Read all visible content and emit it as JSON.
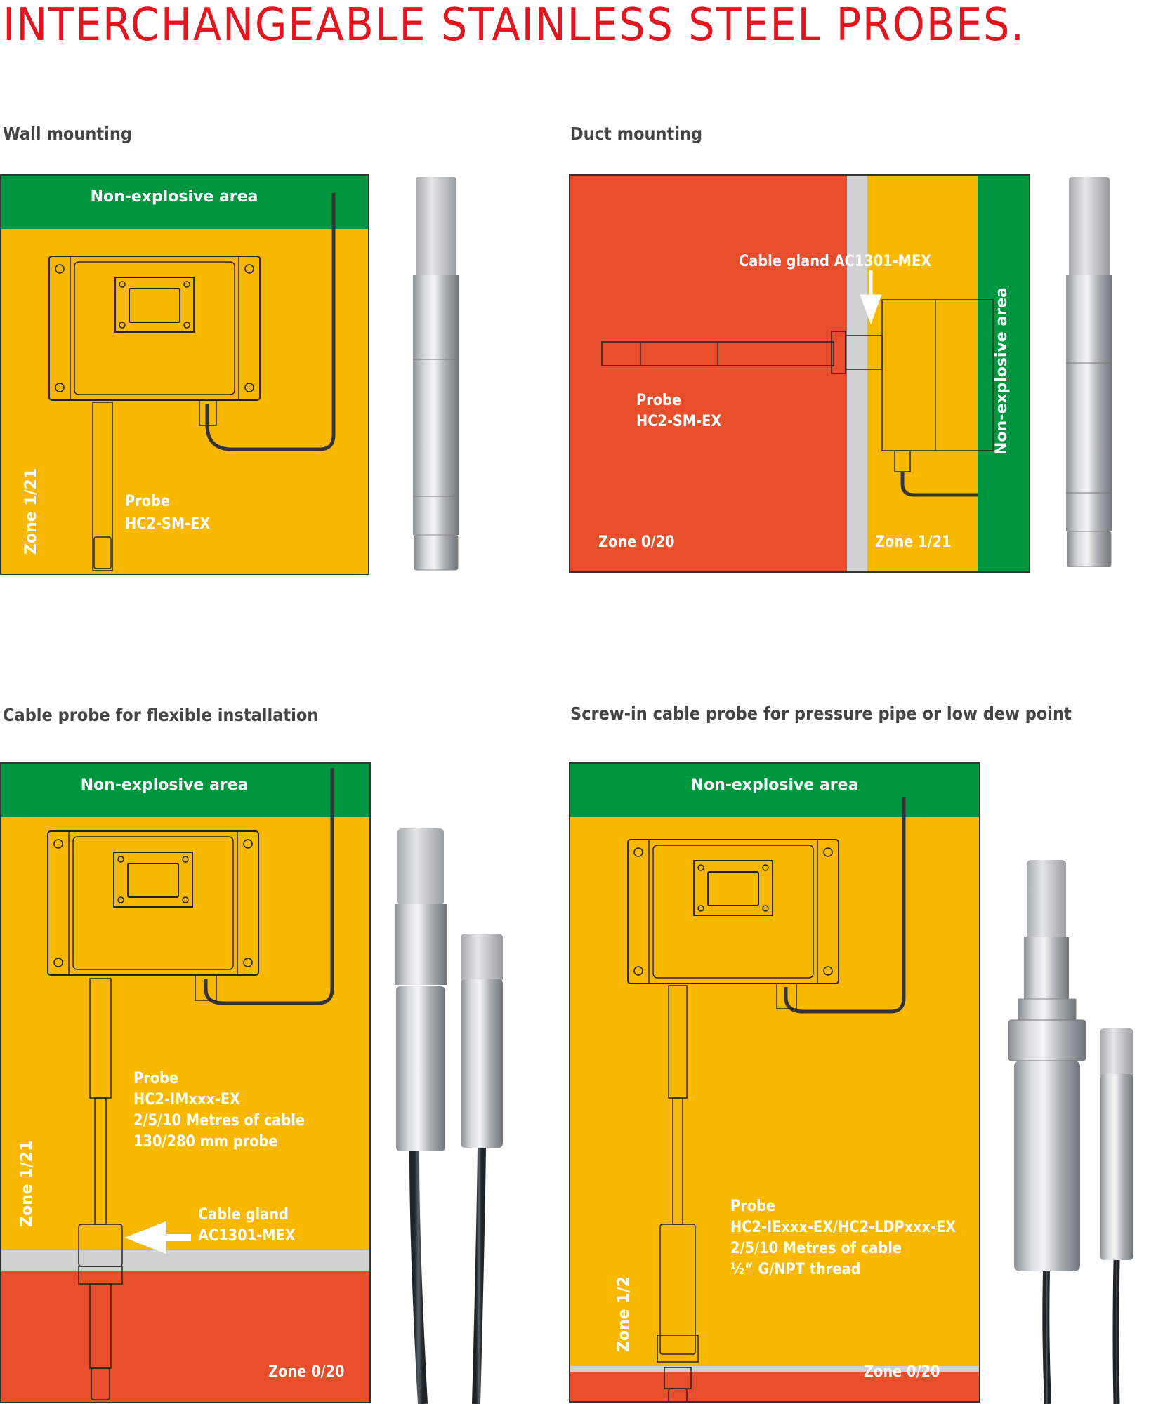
{
  "title": "INTERCHANGEABLE STAINLESS STEEL PROBES.",
  "colors": {
    "title": "#e3161f",
    "non_explosive": "#009640",
    "zone_1": "#f9b800",
    "zone_0": "#e84e2c",
    "wall": "#d1d1d1",
    "heading": "#444444"
  },
  "sections": {
    "wall": {
      "heading": "Wall mounting",
      "area_label": "Non-explosive area",
      "zone_label": "Zone 1/21",
      "probe_label": "Probe",
      "probe_model": "HC2-SM-EX",
      "photo": "stainless-probe-photo"
    },
    "duct": {
      "heading": "Duct mounting",
      "gland_label": "Cable gland AC1301-MEX",
      "probe_label": "Probe",
      "probe_model": "HC2-SM-EX",
      "zone0_label": "Zone 0/20",
      "zone1_label": "Zone 1/21",
      "area_label": "Non-explosive area",
      "photo": "stainless-probe-photo"
    },
    "cable": {
      "heading": "Cable probe for flexible installation",
      "area_label": "Non-explosive area",
      "probe_lines": [
        "Probe",
        "HC2-IMxxx-EX",
        "2/5/10 Metres of cable",
        "130/280 mm probe"
      ],
      "gland_lines": [
        "Cable gland",
        "AC1301-MEX"
      ],
      "zone1_label": "Zone 1/21",
      "zone0_label": "Zone 0/20",
      "photo": "cable-probe-photo"
    },
    "screw": {
      "heading": "Screw-in cable probe for pressure pipe or low dew point",
      "area_label": "Non-explosive area",
      "probe_lines": [
        "Probe",
        "HC2-IExxx-EX/HC2-LDPxxx-EX",
        "2/5/10 Metres of cable",
        "½“ G/NPT thread"
      ],
      "zone1_label": "Zone 1/2",
      "zone0_label": "Zone 0/20",
      "photo": "screw-in-probe-photo"
    }
  }
}
